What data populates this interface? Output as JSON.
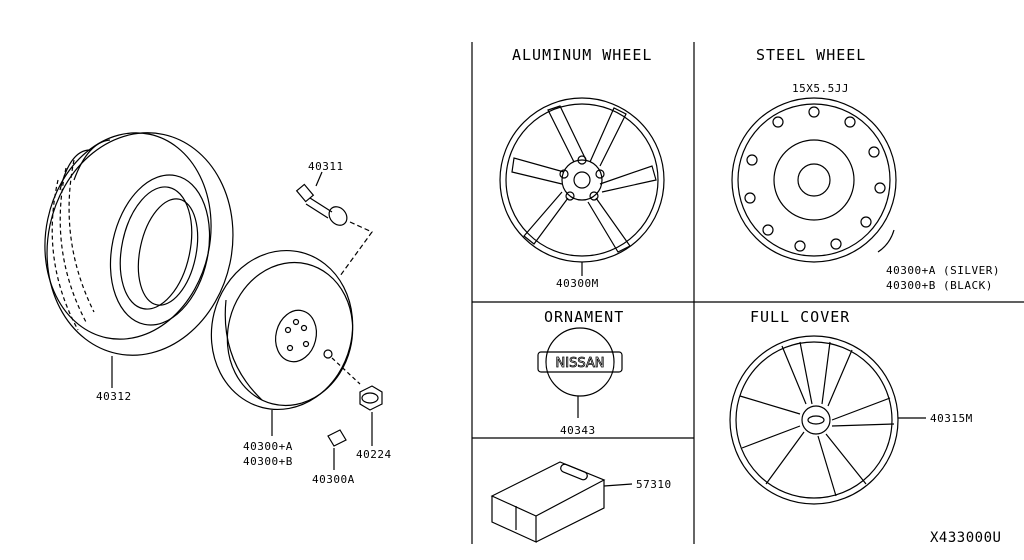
{
  "sections": {
    "aluminum_wheel": "ALUMINUM WHEEL",
    "steel_wheel": "STEEL WHEEL",
    "ornament": "ORNAMENT",
    "full_cover": "FULL COVER"
  },
  "parts": {
    "tire": "40312",
    "valve": "40311",
    "spare_wheel_a": "40300+A",
    "spare_wheel_b": "40300+B",
    "nut": "40224",
    "weight": "40300A",
    "aluminum_wheel": "40300M",
    "steel_size": "15X5.5JJ",
    "steel_a": "40300+A (SILVER)",
    "steel_b": "40300+B (BLACK)",
    "ornament": "40343",
    "full_cover": "40315M",
    "tool_kit": "57310"
  },
  "diagram_ref": "X433000U"
}
